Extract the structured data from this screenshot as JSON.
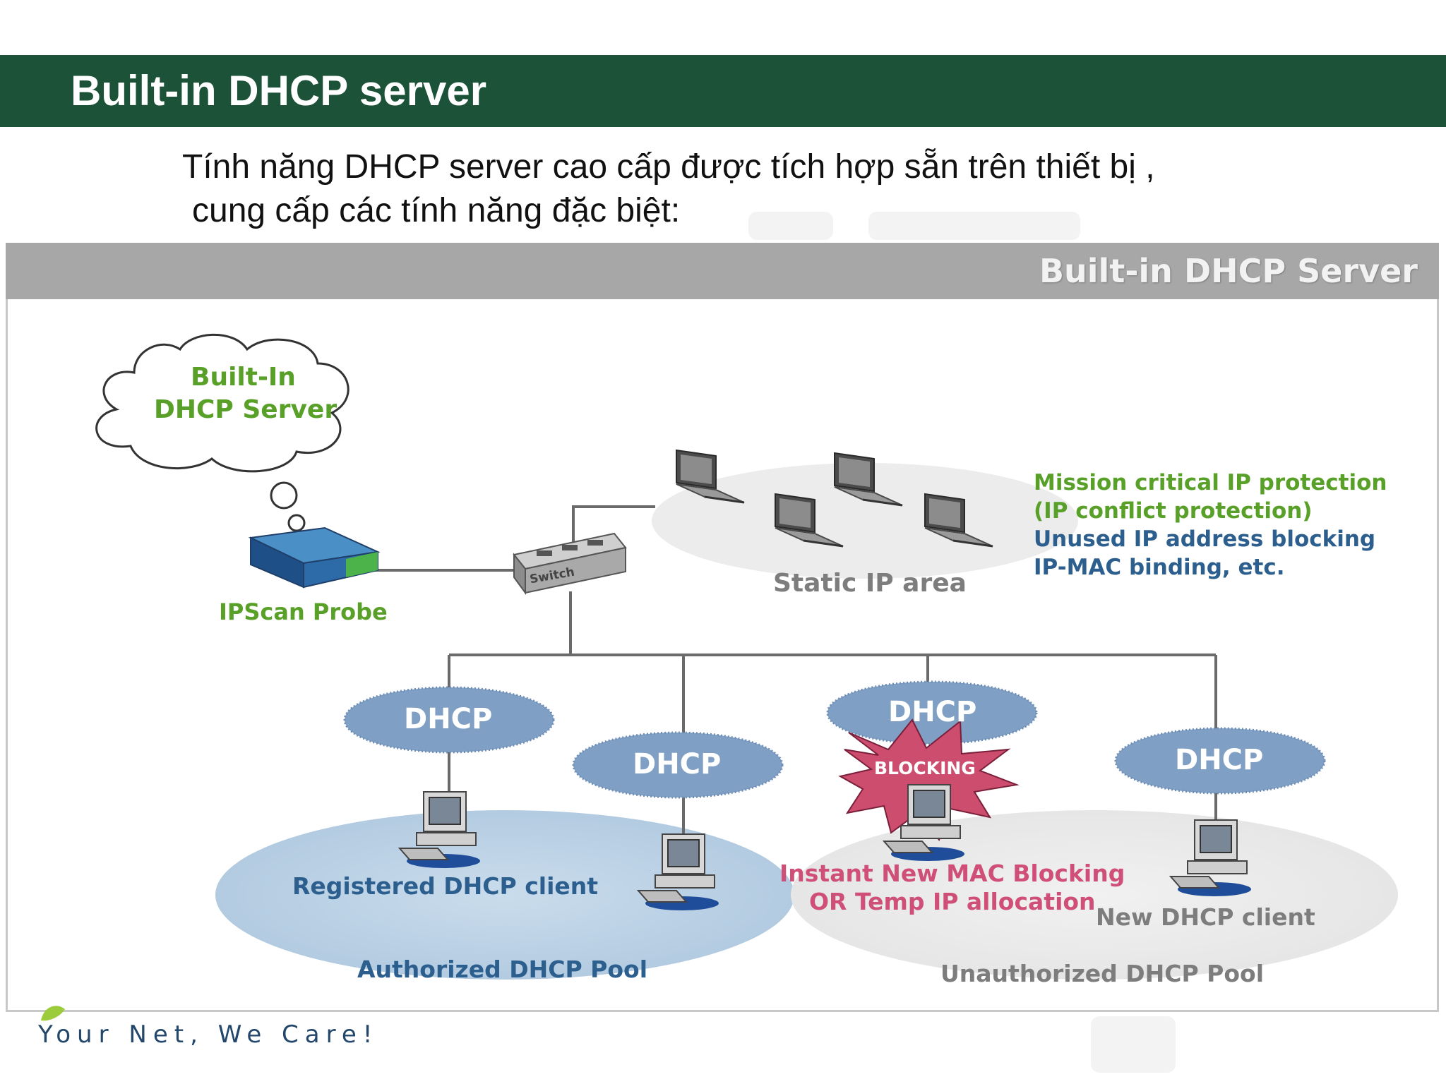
{
  "slide": {
    "title": "Built-in DHCP server",
    "intro_line1": "Tính năng DHCP server cao cấp được tích hợp sẵn trên thiết bị ,",
    "intro_line2": "cung cấp các tính năng đặc biệt:",
    "footer": "Your Net, We Care!"
  },
  "diagram": {
    "header": "Built-in DHCP Server",
    "cloud_line1": "Built-In",
    "cloud_line2": "DHCP Server",
    "probe_label": "IPScan Probe",
    "switch_label": "Switch",
    "static_area_label": "Static IP area",
    "features": {
      "line1": "Mission critical IP protection",
      "line2": "(IP conflict protection)",
      "line3": "Unused IP address blocking",
      "line4": "IP-MAC binding, etc."
    },
    "dhcp_labels": [
      "DHCP",
      "DHCP",
      "DHCP",
      "DHCP"
    ],
    "blocking_label": "BLOCKING",
    "registered_client": "Registered DHCP client",
    "authorized_pool": "Authorized DHCP Pool",
    "instant_line1": "Instant New MAC Blocking",
    "instant_line2": "OR Temp IP allocation",
    "new_client": "New DHCP client",
    "unauthorized_pool": "Unauthorized DHCP Pool"
  },
  "colors": {
    "title_bar": "#1c5238",
    "header_bar": "#a7a7a7",
    "green_text": "#58a028",
    "blue_text": "#2c5f8e",
    "pink_text": "#cf4f79",
    "dhcp_ellipse": "#7f9fc4",
    "blocking_star": "#cc4d6e"
  },
  "icons": [
    "cloud-icon",
    "probe-device-icon",
    "switch-icon",
    "laptop-icon",
    "desktop-computer-icon",
    "blocking-star-icon",
    "logo-mark-icon"
  ]
}
